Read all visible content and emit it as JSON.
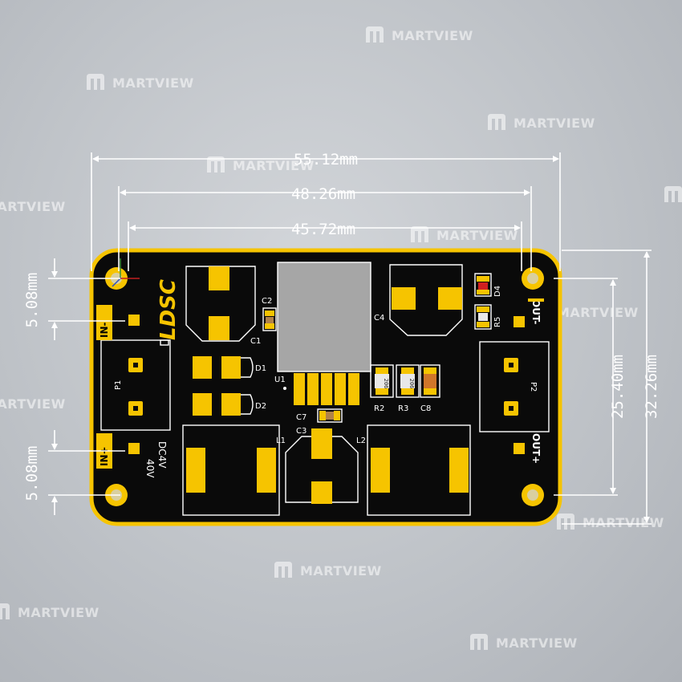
{
  "watermark": {
    "text": "MARTVIEW"
  },
  "dimensions": {
    "width_overall": "55.12mm",
    "hole_spacing_outer": "48.26mm",
    "hole_spacing_inner": "45.72mm",
    "height_overall": "32.26mm",
    "hole_spacing_vertical": "25.40mm",
    "edge_to_hole_top": "5.08mm",
    "edge_to_hole_bottom": "5.08mm"
  },
  "board": {
    "brand": "LDSC",
    "input_rating": {
      "line1": "DC4V",
      "line2": "40V"
    },
    "connectors": {
      "in_minus": "IN-",
      "in_plus": "IN+",
      "out_minus": "OUT-",
      "out_plus": "OUT+"
    },
    "refs": {
      "C1": "C1",
      "C2": "C2",
      "C3": "C3",
      "C4": "C4",
      "C7": "C7",
      "C8": "C8",
      "D1": "D1",
      "D2": "D2",
      "D4": "D4",
      "R2": "R2",
      "R3": "R3",
      "R5": "R5",
      "U1": "U1",
      "L1": "L1",
      "L2": "L2",
      "P1": "P1",
      "P2": "P2"
    },
    "resistor_code": "206"
  },
  "colors": {
    "board": "#0a0a0a",
    "outline": "#f6c400",
    "pad": "#f6c400",
    "chip": "#a6a6a6"
  }
}
